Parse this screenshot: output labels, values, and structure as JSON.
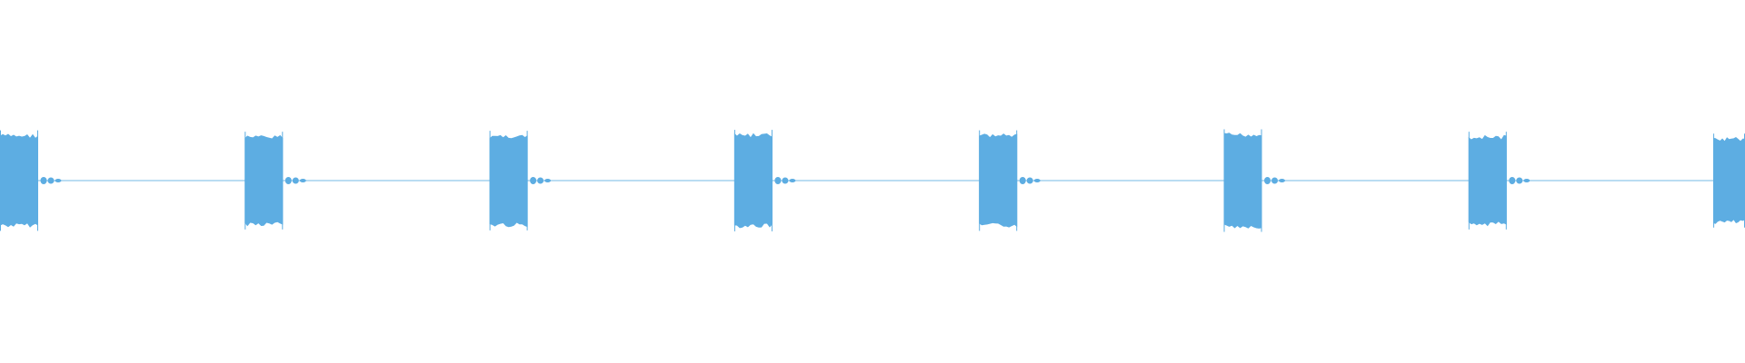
{
  "waveform": {
    "color": "#5dade2",
    "background": "#ffffff",
    "bursts": [
      {
        "index": 1,
        "amplitude": 0.95
      },
      {
        "index": 2,
        "amplitude": 0.92
      },
      {
        "index": 3,
        "amplitude": 0.94
      },
      {
        "index": 4,
        "amplitude": 0.96
      },
      {
        "index": 5,
        "amplitude": 0.95
      },
      {
        "index": 6,
        "amplitude": 0.97
      },
      {
        "index": 7,
        "amplitude": 0.92
      },
      {
        "index": 8,
        "amplitude": 0.88
      }
    ]
  }
}
